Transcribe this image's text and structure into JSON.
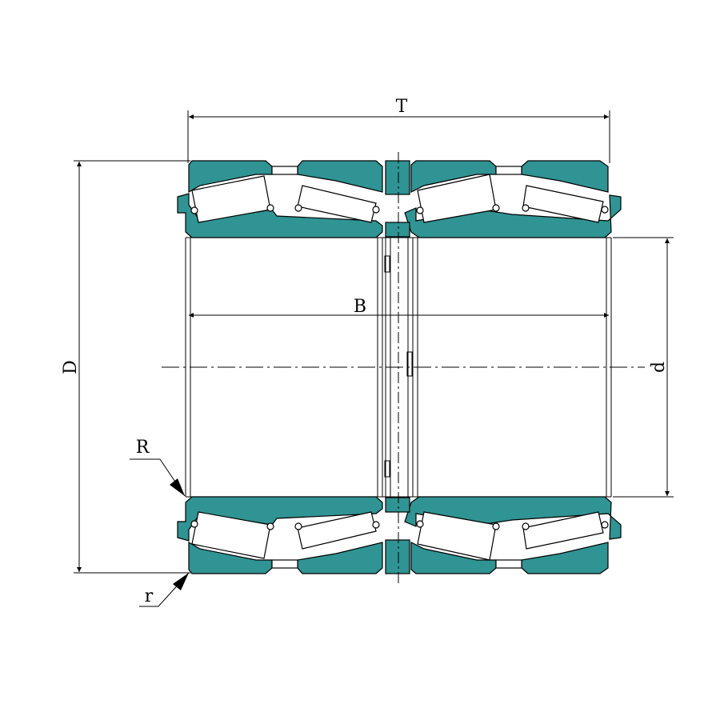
{
  "labels": {
    "T": "T",
    "B": "B",
    "D": "D",
    "d": "d",
    "R": "R",
    "r": "r"
  },
  "colors": {
    "ring": "#2f9493",
    "line": "#000000",
    "roller": "#ffffff",
    "background": "#ffffff"
  }
}
